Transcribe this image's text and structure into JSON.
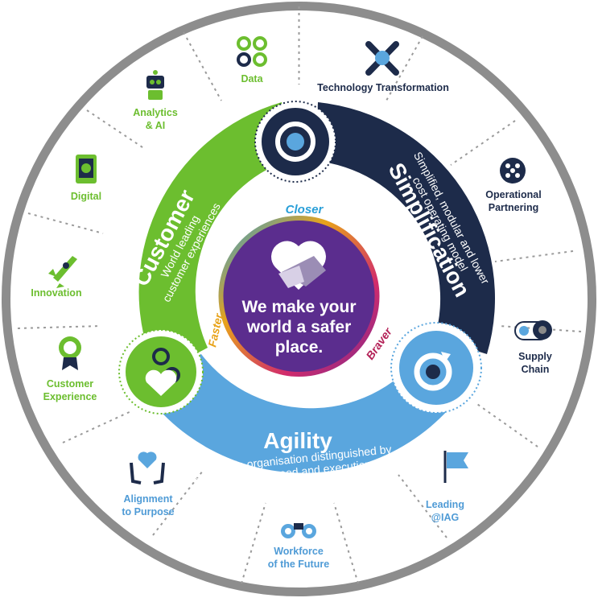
{
  "center": {
    "line1": "We make your",
    "line2": "world a safer",
    "line3": "place.",
    "words": {
      "closer": "Closer",
      "faster": "Faster",
      "braver": "Braver"
    }
  },
  "pillars": {
    "customer": {
      "title": "Customer",
      "sub1": "World leading",
      "sub2": "customer experiences"
    },
    "simplification": {
      "title": "Simplification",
      "sub1": "Simplified, modular and lower",
      "sub2": "cost operating model"
    },
    "agility": {
      "title": "Agility",
      "sub1": "An agile organisation distinguished by",
      "sub2": "its innovation, speed and execution skills"
    }
  },
  "outer": {
    "data": "Data",
    "analytics": [
      "Analytics",
      "& AI"
    ],
    "digital": "Digital",
    "innovation": "Innovation",
    "customer_experience": [
      "Customer",
      "Experience"
    ],
    "alignment": [
      "Alignment",
      "to Purpose"
    ],
    "workforce": [
      "Workforce",
      "of the Future"
    ],
    "leading": [
      "Leading",
      "@IAG"
    ],
    "supply": [
      "Supply",
      "Chain"
    ],
    "operational": [
      "Operational",
      "Partnering"
    ],
    "technology": "Technology Transformation"
  },
  "colors": {
    "green": "#6cbe2f",
    "navy": "#1d2b4a",
    "blue": "#5aa6de",
    "purple": "#5b2d8e",
    "ring": "#8a8a8a"
  }
}
